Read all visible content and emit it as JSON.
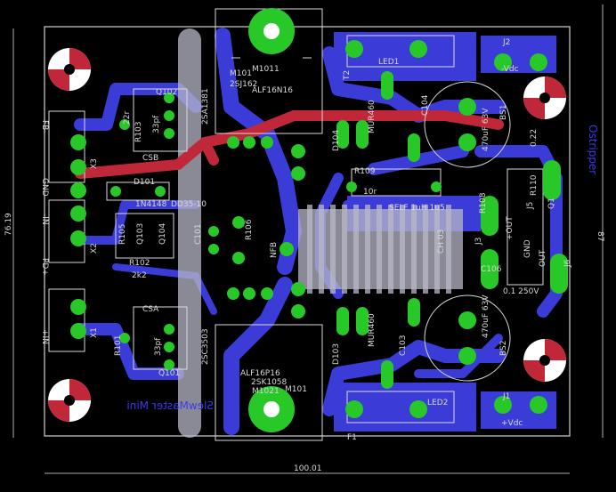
{
  "dimensions": {
    "width": "100.01",
    "height": "76.19",
    "right": "87"
  },
  "brand": {
    "name": "SlewMaster Mini",
    "author": "Ostripper"
  },
  "colors": {
    "bottom_copper": "#3b3bd8",
    "top_copper": "#c0283a",
    "pad": "#28c828",
    "silk": "#d8d8d8",
    "board_edge": "#a8a8a8",
    "via": "#2aa02a"
  },
  "labels": {
    "m_top": "M101",
    "m1011": "M1011",
    "sj": "2SJ162",
    "alf_top": "ALF16N16",
    "sa1381": "2SA1381",
    "q102": "Q102",
    "r103": "R103",
    "c33_top": "33pf",
    "r22": "22r",
    "csb": "CSB",
    "x3": "X3",
    "fb_minus": "FB-",
    "gnd": "GND",
    "pd_plus": "PD+",
    "in_minus": "-IN",
    "x2": "X2",
    "x1": "X1",
    "in_plus": "+IN",
    "d101": "D101",
    "n4148": "1N4148",
    "dd": "DD35-10",
    "r102": "R102",
    "k2": "2k2",
    "c101": "C101",
    "r106": "R106",
    "nfb": "NFB",
    "r105": "R105",
    "q104": "Q104",
    "q103": "Q103",
    "csa": "CSA",
    "r101": "R101",
    "c33_bot": "33pf",
    "q101": "Q101",
    "sc3503": "2SC3503",
    "alf_bot": "ALF16P16",
    "sk1058": "2SK1058",
    "m_bot": "M1021",
    "m101b": "M101",
    "led1": "LED1",
    "f1": "F1",
    "t2": "T2",
    "j2": "J2",
    "vneg": "-Vdc",
    "cap_top": "470uF 63V",
    "d104": "D104",
    "mur": "MUR460",
    "c104": "C104",
    "bs": "BS1",
    "c22": "0.22",
    "r110": "R110",
    "j5": "J5",
    "q1": "Q1",
    "r109": "R109",
    "r10r": "10r",
    "self": "SELF 1uH 1u5",
    "r108": "R108",
    "j3": "J3",
    "out_plus": "+OUT",
    "gnd2": "GND",
    "out": "OUT",
    "j6": "J6",
    "c106": "C106",
    "c01": "0.1 250V",
    "ch03": "CH 03",
    "cap_bot": "470uF 63V",
    "d103": "D103",
    "mur2": "MUR460",
    "c103": "C103",
    "bs2": "BS2",
    "led2": "LED2",
    "j1": "J1",
    "vpos": "+Vdc",
    "f2": "F1"
  }
}
